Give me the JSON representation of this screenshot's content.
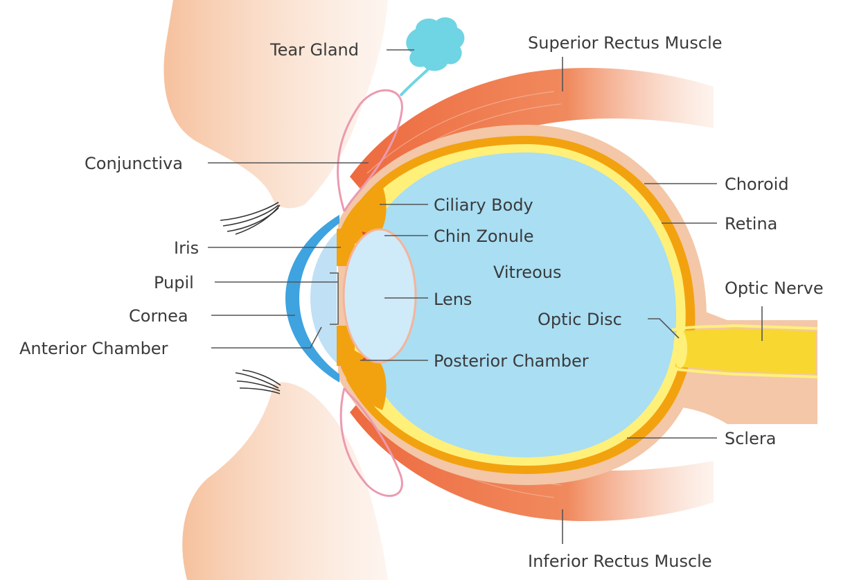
{
  "labels": {
    "tear_gland": "Tear Gland",
    "superior_rectus_muscle": "Superior Rectus Muscle",
    "conjunctiva": "Conjunctiva",
    "choroid": "Choroid",
    "ciliary_body": "Ciliary Body",
    "chin_zonule": "Chin Zonule",
    "retina": "Retina",
    "iris": "Iris",
    "vitreous": "Vitreous",
    "pupil": "Pupil",
    "lens": "Lens",
    "optic_nerve": "Optic Nerve",
    "cornea": "Cornea",
    "optic_disc": "Optic Disc",
    "anterior_chamber": "Anterior Chamber",
    "posterior_chamber": "Posterior Chamber",
    "sclera": "Sclera",
    "inferior_rectus_muscle": "Inferior Rectus Muscle"
  },
  "colors": {
    "vitreous": "#a9def3",
    "sclera": "#f3c7a7",
    "choroid": "#f2a20f",
    "retina": "#fff07a",
    "muscle": "#ee6d43",
    "eyelid": "#f8c9a8",
    "cornea": "#3ea3df",
    "lens": "#cfeaf8",
    "optic_nerve": "#f8d730",
    "tear_gland": "#6fd4e3",
    "conjunctiva": "#eb9ab0",
    "posterior_chamber": "#e8473a"
  }
}
